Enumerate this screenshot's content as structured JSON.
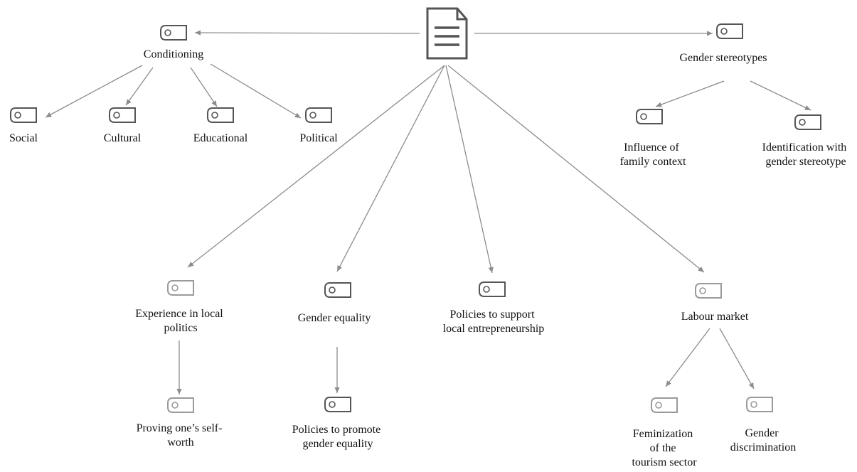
{
  "root": {
    "name": "document-icon"
  },
  "colors": {
    "edge": "#8c8c8c",
    "icon_dark": "#555555",
    "icon_light": "#9a9a9a",
    "doc_icon": "#555555",
    "text": "#111111"
  },
  "nodes": {
    "conditioning": {
      "label": "Conditioning"
    },
    "social": {
      "label": "Social"
    },
    "cultural": {
      "label": "Cultural"
    },
    "educational": {
      "label": "Educational"
    },
    "political": {
      "label": "Political"
    },
    "gender_stereotypes": {
      "label": "Gender stereotypes"
    },
    "family_context": {
      "lines": [
        "Influence of",
        "family context"
      ]
    },
    "identification": {
      "lines": [
        "Identification with",
        "gender stereotype"
      ]
    },
    "local_politics": {
      "lines": [
        "Experience in local",
        "politics"
      ]
    },
    "self_worth": {
      "lines": [
        "Proving one’s self-",
        "worth"
      ]
    },
    "gender_equality": {
      "label": "Gender equality"
    },
    "promote_equality": {
      "lines": [
        "Policies to promote",
        "gender equality"
      ]
    },
    "entrepreneurship": {
      "lines": [
        "Policies to support",
        "local entrepreneurship"
      ]
    },
    "labour_market": {
      "label": "Labour market"
    },
    "feminization": {
      "lines": [
        "Feminization",
        "of the",
        "tourism sector"
      ]
    },
    "discrimination": {
      "lines": [
        "Gender",
        "discrimination"
      ]
    }
  }
}
